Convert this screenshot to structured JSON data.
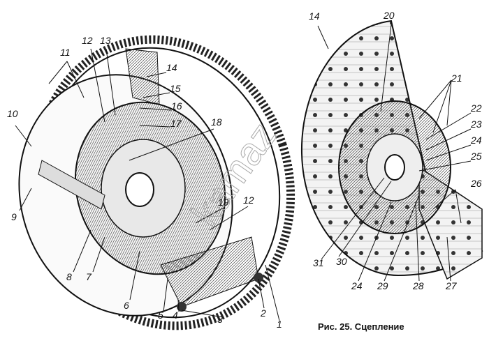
{
  "caption": "Рис. 25. Сцепление",
  "watermark": "kamaz",
  "left_assembly_labels": [
    "11",
    "12",
    "13",
    "14",
    "15",
    "16",
    "17",
    "18",
    "10",
    "9",
    "8",
    "7",
    "6",
    "5",
    "4",
    "3",
    "2",
    "1",
    "19",
    "12"
  ],
  "right_disc_labels": [
    "14",
    "20",
    "21",
    "22",
    "23",
    "24",
    "25",
    "26",
    "27",
    "28",
    "29",
    "24",
    "30",
    "31"
  ]
}
